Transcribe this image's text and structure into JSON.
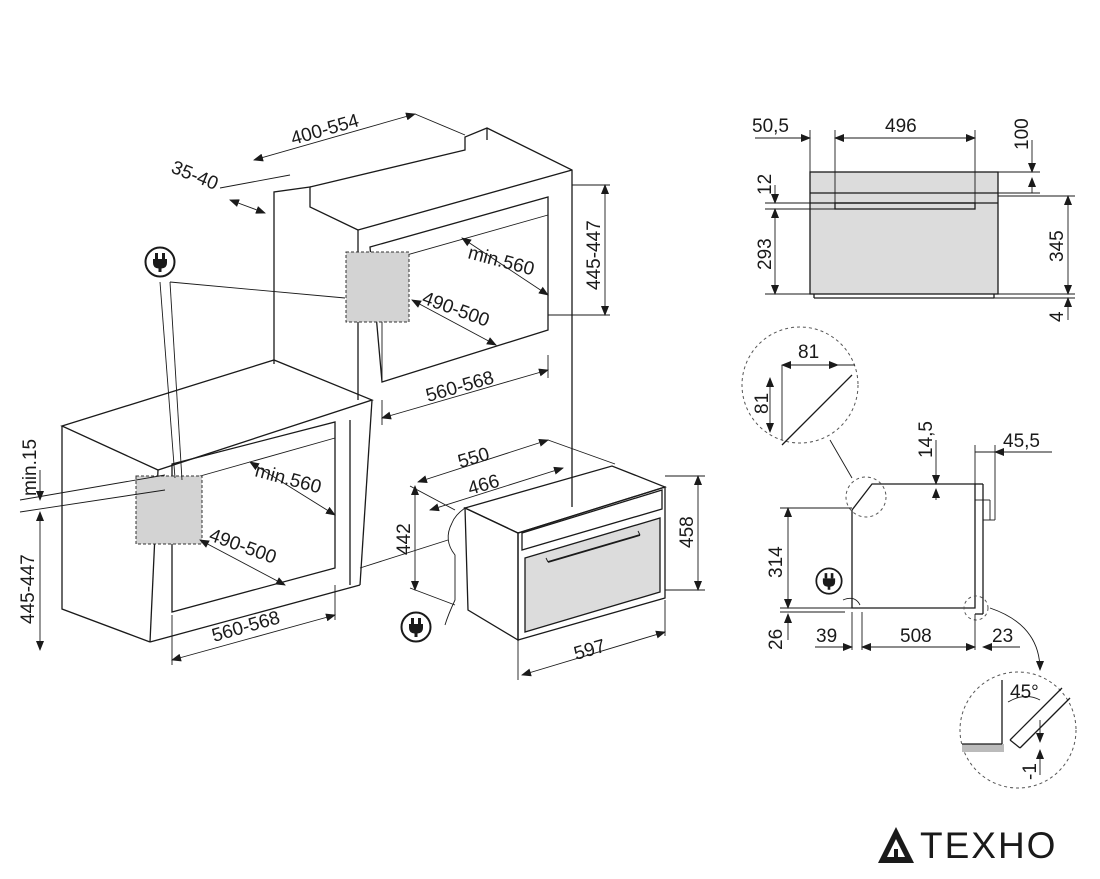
{
  "labels": {
    "tall_width": "400-554",
    "tall_depth": "35-40",
    "tall_height": "445-447",
    "tall_min_depth": "min.560",
    "tall_inner_depth": "490-500",
    "tall_niche_width": "560-568",
    "under_min_top": "min.15",
    "under_height": "445-447",
    "under_min_depth": "min.560",
    "under_inner_depth": "490-500",
    "under_niche_width": "560-568",
    "oven_depth": "550",
    "oven_body_depth": "466",
    "oven_body_height": "442",
    "oven_front_height": "458",
    "oven_front_width": "597",
    "front_left": "50,5",
    "front_width": "496",
    "front_top": "100",
    "front_12": "12",
    "front_293": "293",
    "front_345": "345",
    "front_4": "4",
    "detail_81_h": "81",
    "detail_81_v": "81",
    "side_14_5": "14,5",
    "side_45_5": "45,5",
    "side_314": "314",
    "side_26": "26",
    "side_39": "39",
    "side_508": "508",
    "side_23": "23",
    "detail_45deg": "45°",
    "detail_minus1": "-1"
  },
  "brand": {
    "name": "TEXHO"
  }
}
